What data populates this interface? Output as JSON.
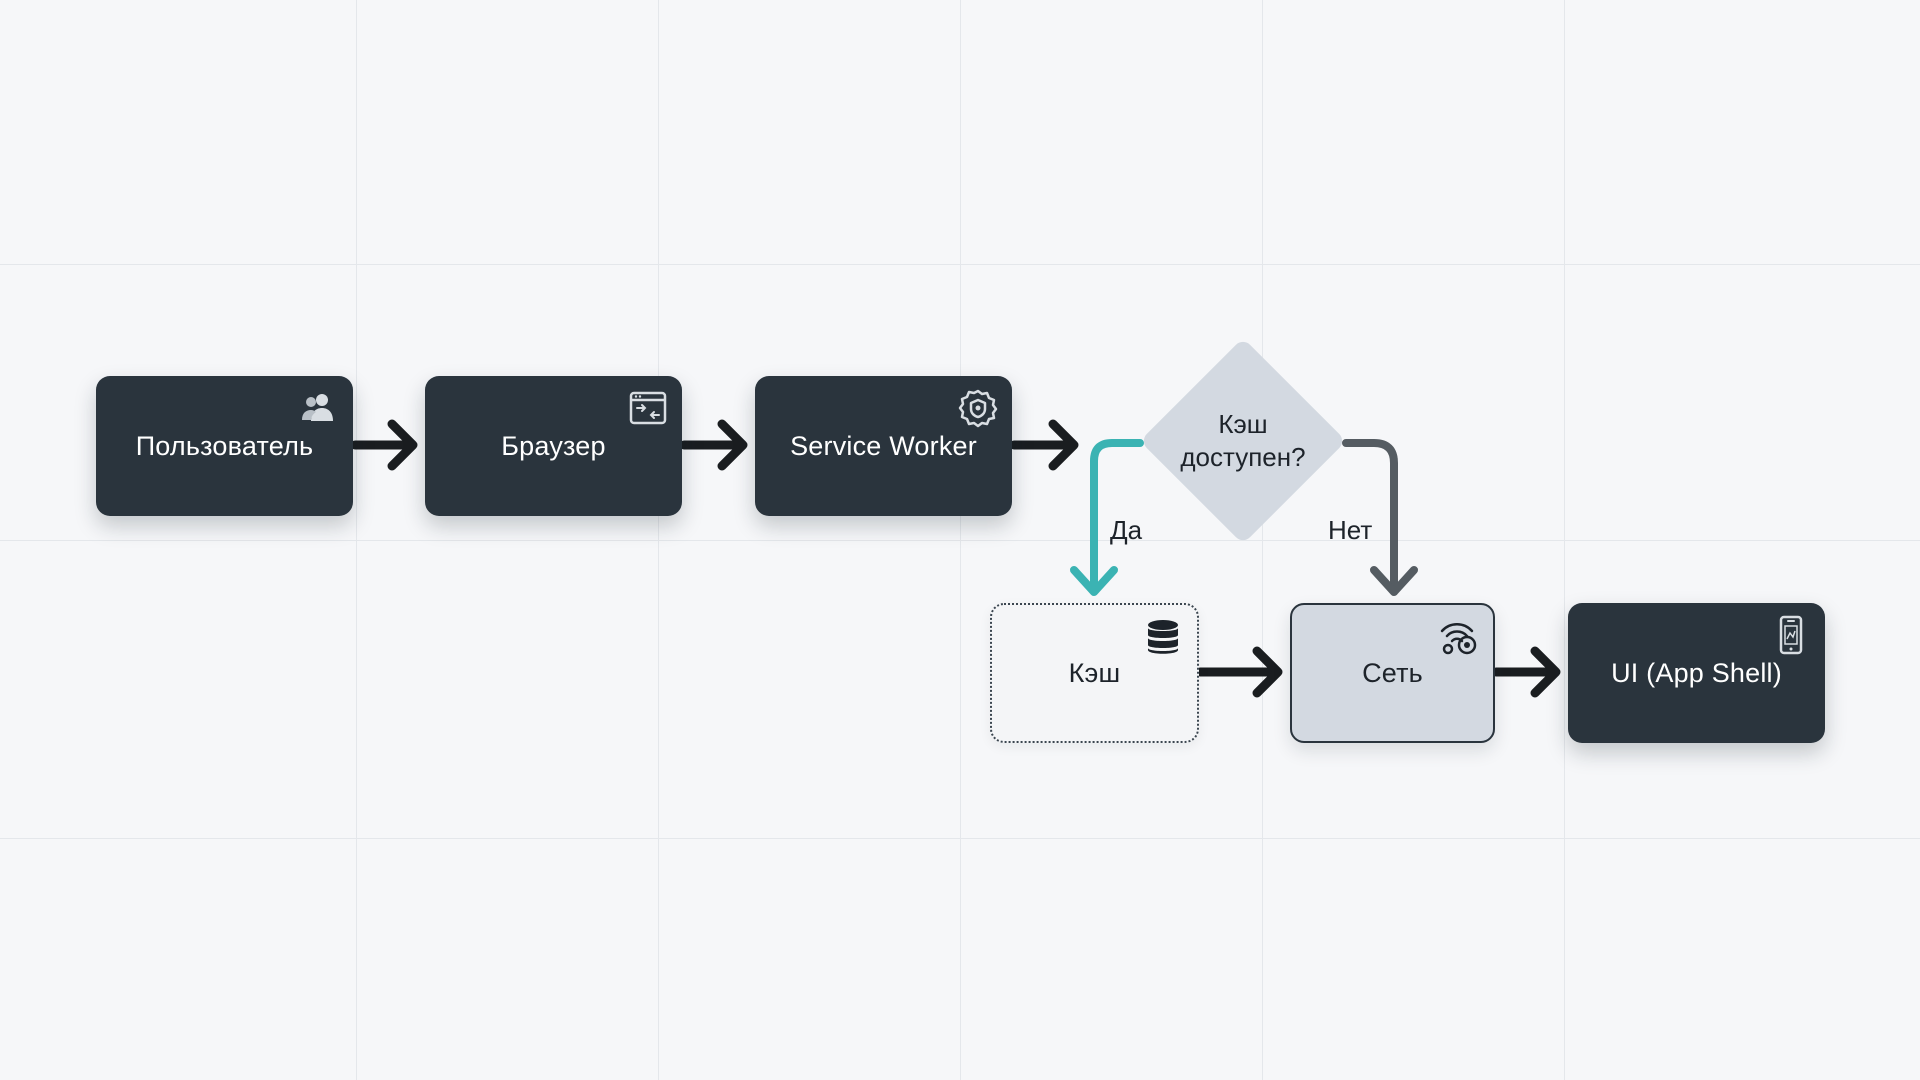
{
  "diagram": {
    "nodes": {
      "user": {
        "label": "Пользователь",
        "icon": "users-icon"
      },
      "browser": {
        "label": "Браузер",
        "icon": "browser-window-icon"
      },
      "service_worker": {
        "label": "Service Worker",
        "icon": "shield-gear-icon"
      },
      "decision": {
        "line1": "Кэш",
        "line2": "доступен?"
      },
      "cache": {
        "label": "Кэш",
        "icon": "database-icon"
      },
      "network": {
        "label": "Сеть",
        "icon": "wifi-network-icon"
      },
      "ui": {
        "label": "UI (App Shell)",
        "icon": "mobile-phone-icon"
      }
    },
    "edges": {
      "yes_label": "Да",
      "no_label": "Нет"
    },
    "colors": {
      "dark_node": "#2a343d",
      "light_node": "#d3d9e1",
      "yes_branch": "#3bb3b3",
      "no_branch": "#555c62",
      "arrow": "#1a1d20"
    }
  }
}
